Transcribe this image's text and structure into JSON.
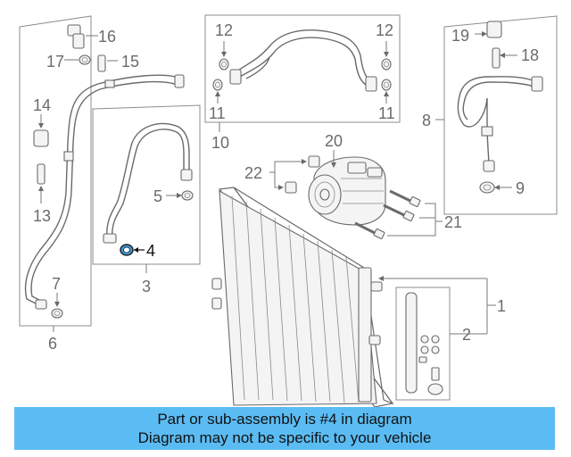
{
  "callouts": {
    "c1": "1",
    "c2": "2",
    "c3": "3",
    "c4": "4",
    "c5": "5",
    "c6": "6",
    "c7": "7",
    "c8": "8",
    "c9": "9",
    "c10": "10",
    "c11a": "11",
    "c11b": "11",
    "c12a": "12",
    "c12b": "12",
    "c13": "13",
    "c14": "14",
    "c15": "15",
    "c16": "16",
    "c17": "17",
    "c18": "18",
    "c19": "19",
    "c20": "20",
    "c21": "21",
    "c22": "22"
  },
  "highlighted_part": "4",
  "colors": {
    "banner_bg": "#5bbcf3",
    "highlight_seal": "#3a9ad9",
    "line": "#6a6a6a"
  },
  "banner": {
    "line1": "Part or sub-assembly is #4 in diagram",
    "line2": "Diagram may not be specific to your vehicle"
  }
}
